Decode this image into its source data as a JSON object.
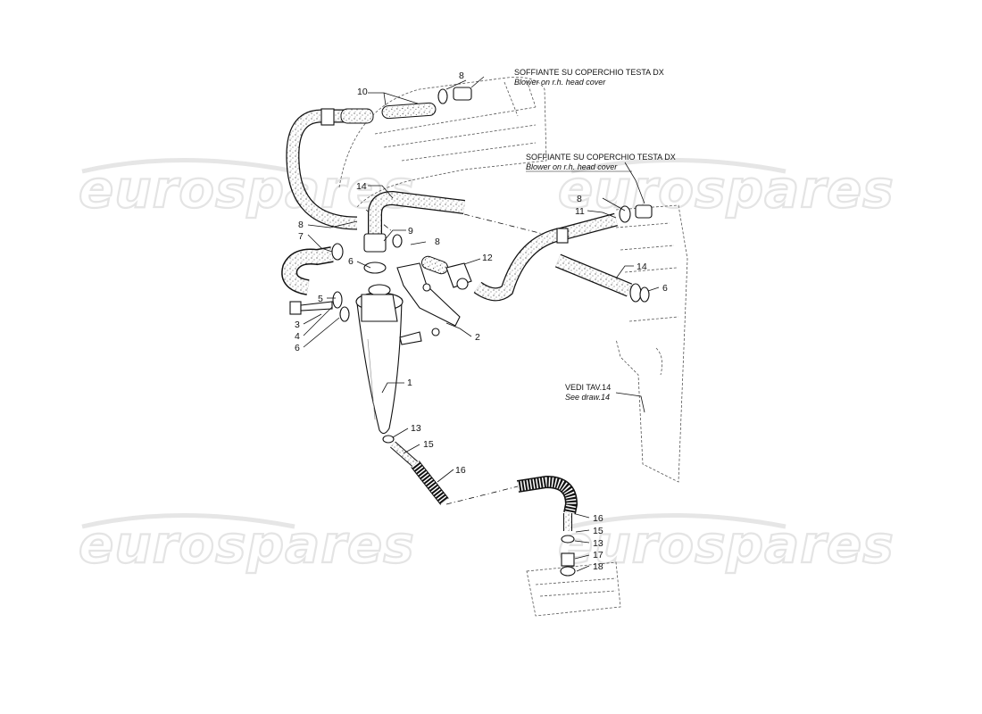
{
  "watermark": {
    "text": "eurospares",
    "color": "#e4e4e4"
  },
  "notes": {
    "blower_top": {
      "it": "SOFFIANTE SU COPERCHIO TESTA DX",
      "en": "Blower on r.h. head cover"
    },
    "blower_right": {
      "it": "SOFFIANTE SU COPERCHIO TESTA DX",
      "en": "Blower on r.h. head cover"
    },
    "see_draw": {
      "it": "VEDI TAV.14",
      "en": "See draw.14"
    }
  },
  "callouts": {
    "c10": "10",
    "c8a": "8",
    "c14a": "14",
    "c8b": "8",
    "c9": "9",
    "c8c": "8",
    "c7": "7",
    "c6a": "6",
    "c12": "12",
    "c5": "5",
    "c3": "3",
    "c4": "4",
    "c6b": "6",
    "c2": "2",
    "c1": "1",
    "c13a": "13",
    "c15a": "15",
    "c16a": "16",
    "c8d": "8",
    "c11": "11",
    "c14b": "14",
    "c6c": "6",
    "c16b": "16",
    "c15b": "15",
    "c13b": "13",
    "c17": "17",
    "c18": "18"
  }
}
